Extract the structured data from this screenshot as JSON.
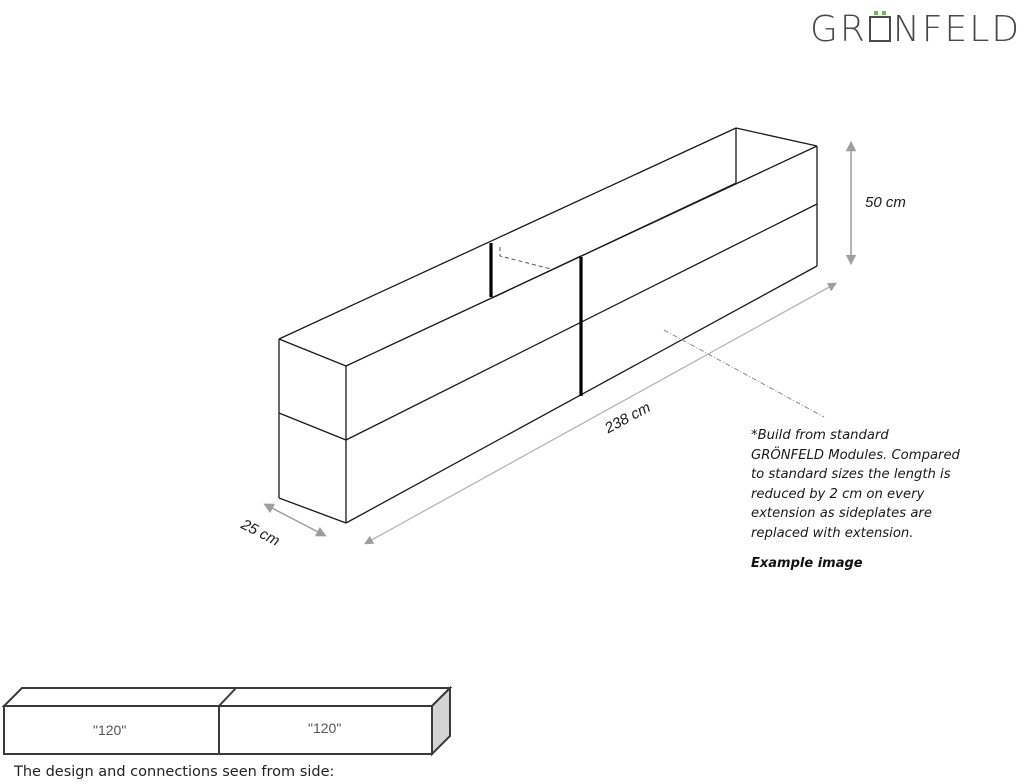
{
  "brand": {
    "logo_prefix": "GR",
    "logo_suffix": "NFELD",
    "logo_full": "GRÖNFELD",
    "accent_color": "#6bbf4e",
    "text_color": "#4a4a4a"
  },
  "dimensions": {
    "height": "50 cm",
    "length": "238 cm",
    "width": "25 cm"
  },
  "note": {
    "lines": [
      "*Build from standard",
      "GRÖNFELD Modules. Compared",
      "to standard sizes the length is",
      "reduced by 2 cm on every",
      "extension as sideplates are",
      "replaced with extension."
    ],
    "example_label": "Example image"
  },
  "side_view": {
    "modules": [
      {
        "label": "\"120\""
      },
      {
        "label": "\"120\""
      }
    ],
    "caption": "The design and connections seen from side:"
  }
}
